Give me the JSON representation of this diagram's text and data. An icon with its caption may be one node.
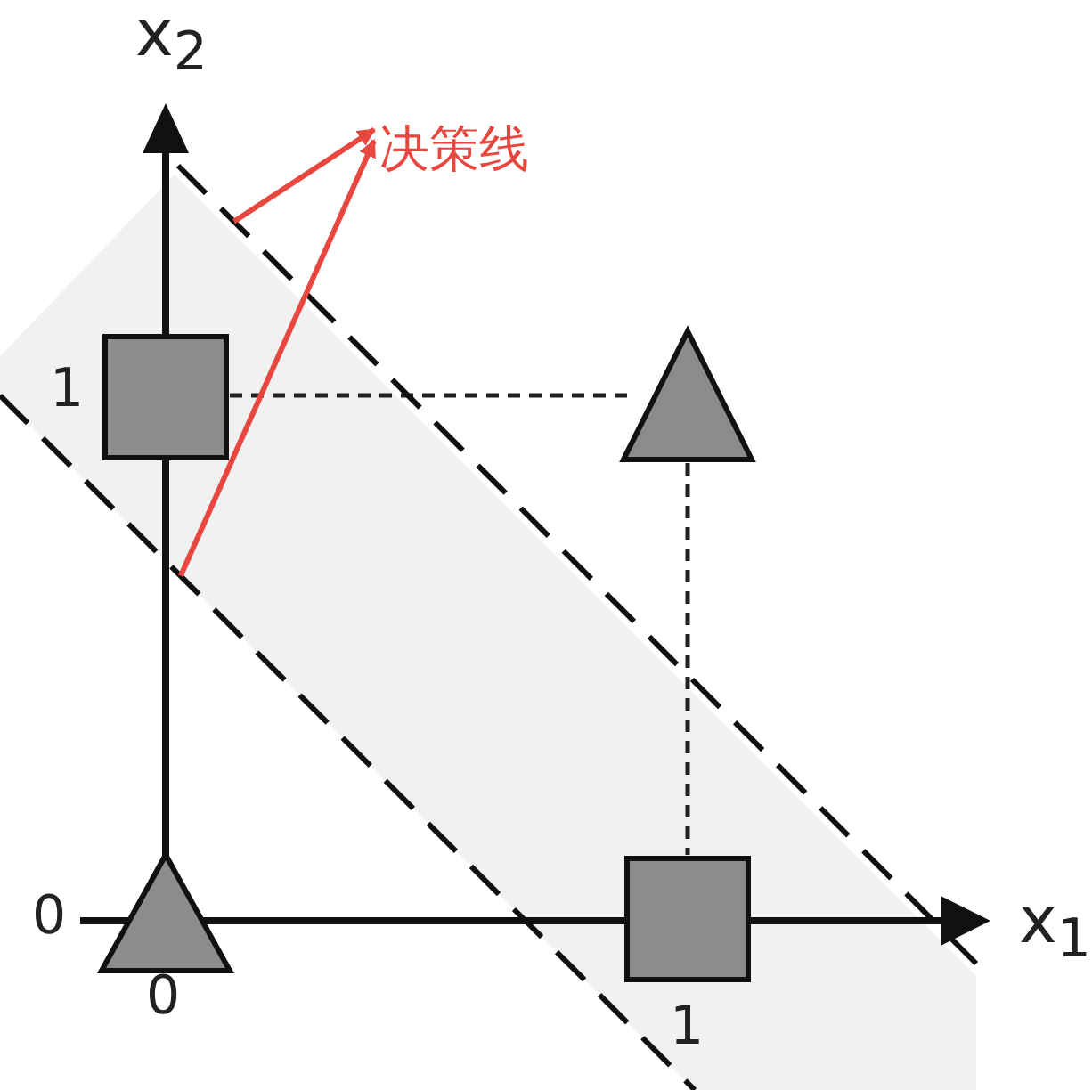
{
  "diagram": {
    "nodes": [
      {
        "text": [
          "决策线"
        ]
      },
      {
        "text": [],
        "shape": "line"
      },
      {
        "text": [],
        "shape": "line"
      }
    ],
    "edges": [
      {
        "from": 1,
        "to": 0,
        "arrow": "to"
      },
      {
        "from": 2,
        "to": 0,
        "arrow": "to"
      }
    ],
    "labels": [
      "x$_{2}$",
      "1",
      "0",
      "x$_{1}$",
      "0",
      "1"
    ]
  }
}
